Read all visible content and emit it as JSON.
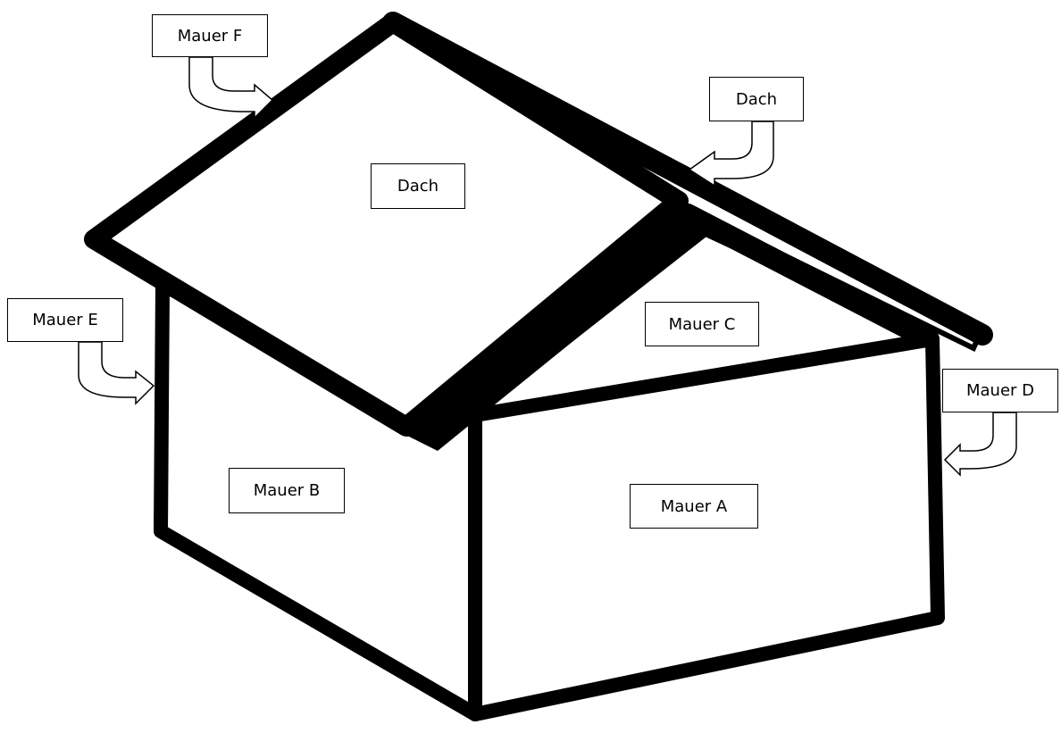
{
  "labels": {
    "mauer_f": "Mauer F",
    "dach_back": "Dach",
    "dach_roof": "Dach",
    "mauer_e": "Mauer E",
    "mauer_c": "Mauer C",
    "mauer_d": "Mauer D",
    "mauer_b": "Mauer B",
    "mauer_a": "Mauer A"
  },
  "colors": {
    "outline": "#000000",
    "fill": "#ffffff"
  }
}
